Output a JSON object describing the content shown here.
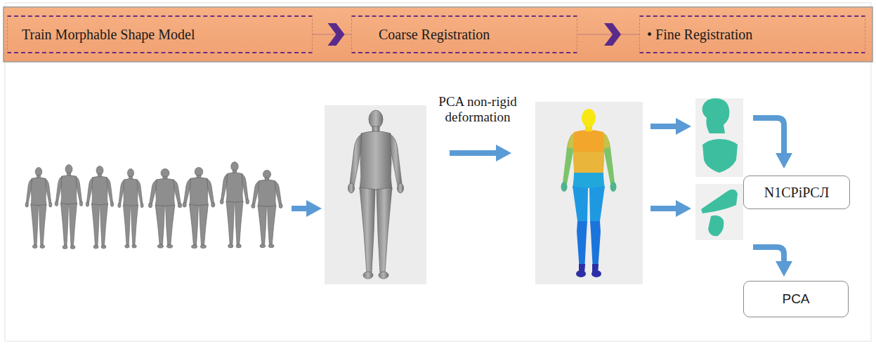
{
  "diagram": {
    "nodes": [
      {
        "text": [
          "Train Morphable Shape Model"
        ]
      },
      {
        "text": [
          "Coarse Registration"
        ]
      },
      {
        "text": [
          "• Fine Registration"
        ]
      },
      {
        "text": [
          "N1CPiPCЛ"
        ]
      },
      {
        "text": [
          "PCA"
        ]
      }
    ],
    "edges": [
      {
        "from": 0,
        "to": 1,
        "arrow": "to"
      },
      {
        "from": 1,
        "to": 2,
        "arrow": "to"
      }
    ],
    "labels": [
      "PCA non-rigid deformation"
    ]
  }
}
